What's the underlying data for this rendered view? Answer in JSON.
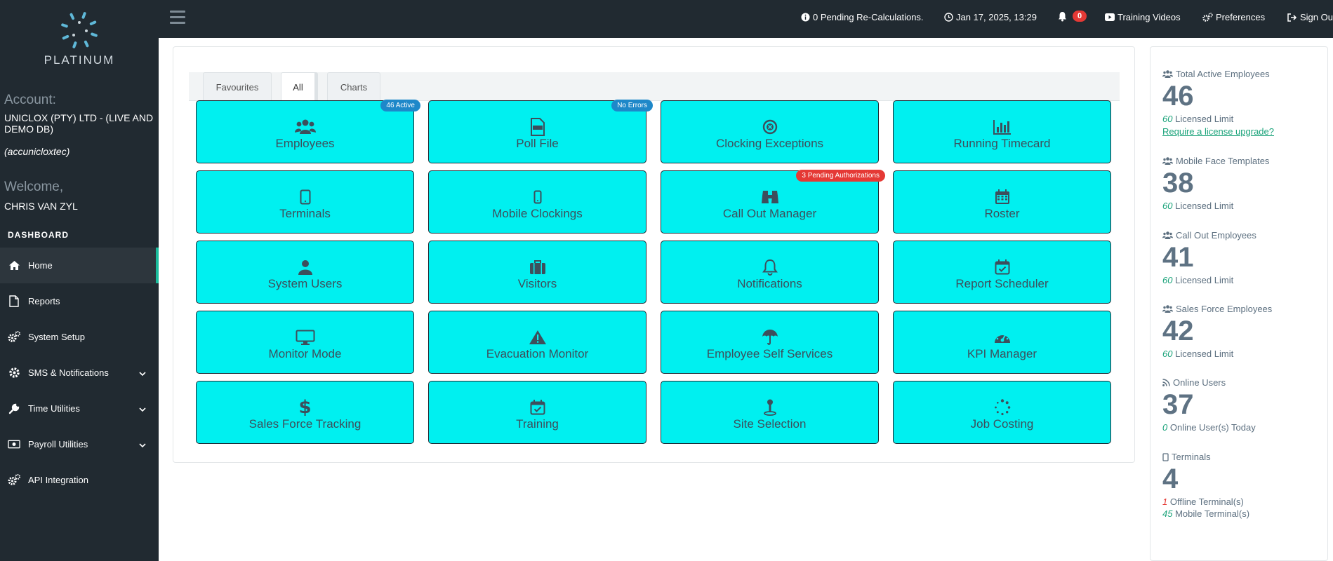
{
  "brand": {
    "name": "PLATINUM"
  },
  "account": {
    "label": "Account:",
    "name": "UNICLOX (PTY) LTD - (LIVE AND DEMO DB)",
    "user": "(accunicloxtec)"
  },
  "welcome": {
    "label": "Welcome,",
    "name": "CHRIS VAN ZYL"
  },
  "sidebar": {
    "section": "DASHBOARD",
    "items": [
      {
        "label": "Home",
        "icon": "home-icon",
        "active": true
      },
      {
        "label": "Reports",
        "icon": "file-icon"
      },
      {
        "label": "System Setup",
        "icon": "cogs-icon"
      },
      {
        "label": "SMS & Notifications",
        "icon": "gear-icon",
        "expandable": true
      },
      {
        "label": "Time Utilities",
        "icon": "wrench-icon",
        "expandable": true
      },
      {
        "label": "Payroll Utilities",
        "icon": "money-icon",
        "expandable": true
      },
      {
        "label": "API Integration",
        "icon": "cogs-icon"
      }
    ]
  },
  "topbar": {
    "pending": "0 Pending Re-Calculations.",
    "datetime": "Jan 17, 2025, 13:29",
    "notifications_count": "0",
    "training": "Training Videos",
    "preferences": "Preferences",
    "signout": "Sign Out"
  },
  "tabs": [
    "Favourites",
    "All",
    "Charts"
  ],
  "tiles": [
    {
      "label": "Employees",
      "icon": "users-icon",
      "badge": "46 Active",
      "badge_color": "blue"
    },
    {
      "label": "Poll File",
      "icon": "poll-file-icon",
      "badge": "No Errors",
      "badge_color": "blue"
    },
    {
      "label": "Clocking Exceptions",
      "icon": "times-circle-icon"
    },
    {
      "label": "Running Timecard",
      "icon": "bar-chart-icon"
    },
    {
      "label": "Terminals",
      "icon": "tablet-icon"
    },
    {
      "label": "Mobile Clockings",
      "icon": "mobile-icon"
    },
    {
      "label": "Call Out Manager",
      "icon": "binoculars-icon",
      "badge": "3 Pending Authorizations",
      "badge_color": "red"
    },
    {
      "label": "Roster",
      "icon": "calendar-icon"
    },
    {
      "label": "System Users",
      "icon": "user-icon"
    },
    {
      "label": "Visitors",
      "icon": "briefcase-icon"
    },
    {
      "label": "Notifications",
      "icon": "bell-icon"
    },
    {
      "label": "Report Scheduler",
      "icon": "calendar-check-icon"
    },
    {
      "label": "Monitor Mode",
      "icon": "desktop-icon"
    },
    {
      "label": "Evacuation Monitor",
      "icon": "warning-icon"
    },
    {
      "label": "Employee Self Services",
      "icon": "umbrella-icon"
    },
    {
      "label": "KPI Manager",
      "icon": "dashboard-icon"
    },
    {
      "label": "Sales Force Tracking",
      "icon": "dollar-icon"
    },
    {
      "label": "Training",
      "icon": "calendar-check-icon"
    },
    {
      "label": "Site Selection",
      "icon": "map-marker-icon"
    },
    {
      "label": "Job Costing",
      "icon": "spinner-icon"
    }
  ],
  "stats": {
    "active_employees": {
      "title": "Total Active Employees",
      "value": "46",
      "limit": "60",
      "limit_label": "Licensed Limit",
      "link": "Require a license upgrade?"
    },
    "face_templates": {
      "title": "Mobile Face Templates",
      "value": "38",
      "limit": "60",
      "limit_label": "Licensed Limit"
    },
    "callout_employees": {
      "title": "Call Out Employees",
      "value": "41",
      "limit": "60",
      "limit_label": "Licensed Limit"
    },
    "salesforce_employees": {
      "title": "Sales Force Employees",
      "value": "42",
      "limit": "60",
      "limit_label": "Licensed Limit"
    },
    "online_users": {
      "title": "Online Users",
      "value": "37",
      "today": "0",
      "today_label": "Online User(s) Today"
    },
    "terminals": {
      "title": "Terminals",
      "value": "4",
      "offline": "1",
      "offline_label": "Offline Terminal(s)",
      "mobile": "45",
      "mobile_label": "Mobile Terminal(s)"
    }
  },
  "colors": {
    "tile": "#00f0f0",
    "sidebar": "#212a31",
    "accent": "#1abc9c",
    "badge_blue": "#1e88c9",
    "badge_red": "#e53935"
  }
}
